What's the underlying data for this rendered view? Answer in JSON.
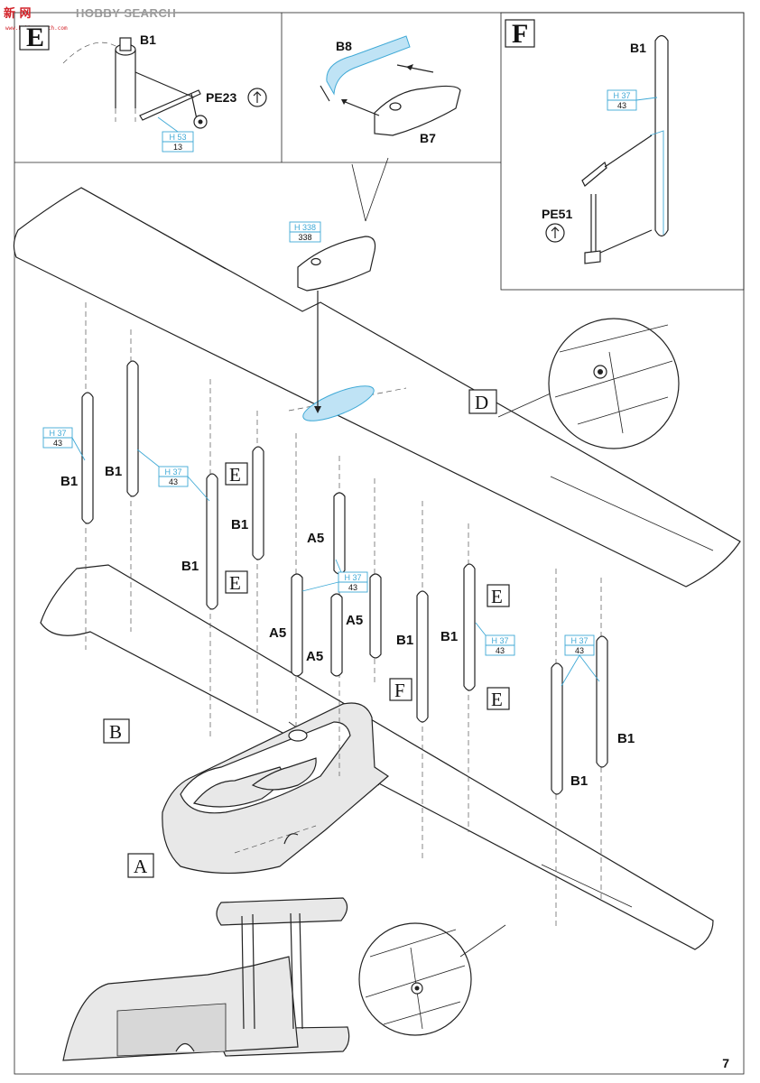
{
  "watermark": {
    "site": "HOBBY SEARCH",
    "cn": "新 网",
    "url": "www.hobbysearch.com"
  },
  "page_number": "7",
  "view_boxes": {
    "E": "E",
    "F": "F",
    "D": "D",
    "B": "B",
    "A": "A"
  },
  "part_labels": {
    "B1": "B1",
    "B7": "B7",
    "B8": "B8",
    "A5": "A5",
    "PE23": "PE23",
    "PE51": "PE51"
  },
  "paint_codes": {
    "h53": {
      "top": "H 53",
      "bottom": "13"
    },
    "h338": {
      "top": "H 338",
      "bottom": "338"
    },
    "h37": {
      "top": "H 37",
      "bottom": "43"
    }
  },
  "colors": {
    "paint_code": "#3fa9d6",
    "highlight": "#bfe3f5",
    "watermark_red": "#d2232a"
  }
}
